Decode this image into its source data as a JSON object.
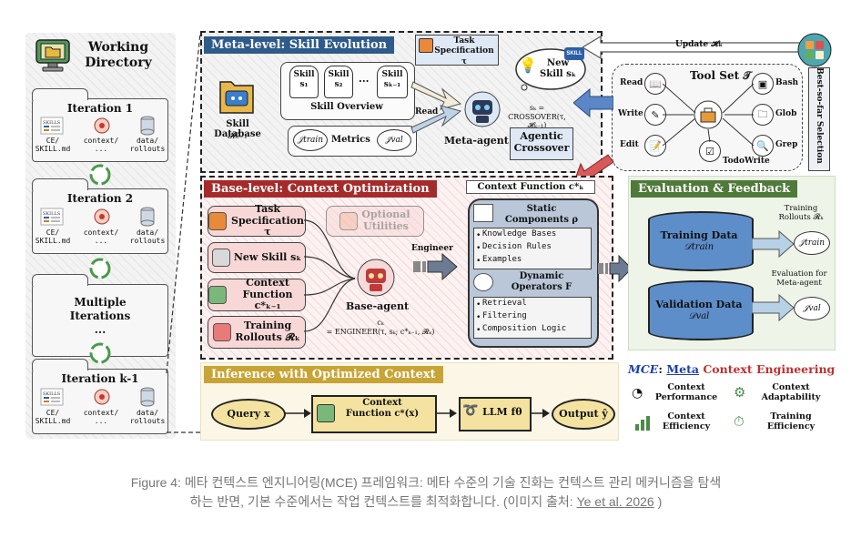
{
  "working_directory": {
    "title": "Working\nDirectory",
    "iterations": [
      {
        "label": "Iteration 1",
        "items": [
          "CE/\nSKILL.md",
          "context/\n...",
          "data/\nrollouts"
        ]
      },
      {
        "label": "Iteration 2",
        "items": [
          "CE/\nSKILL.md",
          "context/\n...",
          "data/\nrollouts"
        ]
      },
      {
        "label": "Multiple\nIterations\n...",
        "items": []
      },
      {
        "label": "Iteration k-1",
        "items": [
          "CE/\nSKILL.md",
          "context/\n...",
          "data/\nrollouts"
        ]
      }
    ],
    "skills_badge": "SKILLS"
  },
  "meta_level": {
    "title": "Meta-level: Skill Evolution",
    "skill_database": "Skill Database",
    "skill_database_math": "𝓗ₖ₋₁",
    "skills": [
      "Skill\ns₁",
      "Skill\ns₂",
      "...",
      "Skill\nsₖ₋₁"
    ],
    "skill_overview": "Skill Overview",
    "metrics": "Metrics",
    "j_train": "𝒥train",
    "j_val": "𝒥val",
    "read": "Read",
    "task_spec": "Task\nSpecification τ",
    "new_skill": "New\nSkill sₖ",
    "skill_badge": "SKILL",
    "agent": "Meta-agent",
    "crossover_formula": "sₖ =\nCROSSOVER(τ, 𝓗ₖ₋₁)",
    "agentic_crossover": "Agentic\nCrossover",
    "update_label": "Update 𝓗ₖ",
    "best_so_far": "Best-so-far Selection"
  },
  "tool_set": {
    "title": "Tool Set 𝒯",
    "tools": [
      "Read",
      "Write",
      "Edit",
      "TodoWrite",
      "Grep",
      "Glob",
      "Bash"
    ]
  },
  "base_level": {
    "title": "Base-level: Context Optimization",
    "inputs": [
      "Task\nSpecification τ",
      "New Skill sₖ",
      "Context\nFunction c*ₖ₋₁",
      "Training\nRollouts 𝓡ₖ"
    ],
    "optional": "Optional\nUtilities",
    "agent": "Base-agent",
    "engineer_formula": "cₖ\n= ENGINEER(τ, sₖ; c*ₖ₋₁, 𝓡ₖ)",
    "engineer": "Engineer",
    "context_function_label": "Context Function c*ₖ",
    "static_title": "Static\nComponents ρ",
    "static_items": [
      "Knowledge Bases",
      "Decision Rules",
      "Examples"
    ],
    "dynamic_title": "Dynamic\nOperators F",
    "dynamic_items": [
      "Retrieval",
      "Filtering",
      "Composition Logic"
    ]
  },
  "evaluation": {
    "title": "Evaluation & Feedback",
    "training_data": "Training Data",
    "training_math": "𝒟train",
    "validation_data": "Validation Data",
    "validation_math": "𝒟val",
    "training_rollouts": "Training\nRollouts 𝓡ₖ",
    "eval_meta": "Evaluation for\nMeta-agent",
    "j_train": "𝒥train",
    "j_val": "𝒥val"
  },
  "inference": {
    "title": "Inference with Optimized Context",
    "query": "Query x",
    "context_function": "Context\nFunction c*(x)",
    "llm": "LLM fθ",
    "output": "Output ŷ"
  },
  "mce": {
    "title_part1": "MCE",
    "title_part2": ": ",
    "title_meta": "Meta",
    "title_context": "Context",
    "title_engineering": "Engineering",
    "props": [
      "Context\nPerformance",
      "Context\nAdaptability",
      "Context\nEfficiency",
      "Training\nEfficiency"
    ]
  },
  "caption": {
    "text": "Figure 4: 메타 컨텍스트 엔지니어링(MCE) 프레임워크: 메타 수준의 기술 진화는 컨텍스트 관리 메커니즘을 탐색하는 반면, 기본 수준에서는 작업 컨텍스트를 최적화합니다. (이미지 출처: ",
    "link": "Ye et al. 2026",
    "end": " )"
  },
  "colors": {
    "meta_title": "#2f5b8a",
    "base_title": "#a52a2a",
    "eval_title": "#4f7a3a",
    "inference_title": "#c8a436",
    "pink": "#f8d7d7",
    "blue_arrow": "#5b87c8",
    "red_arrow": "#d75a5a"
  }
}
